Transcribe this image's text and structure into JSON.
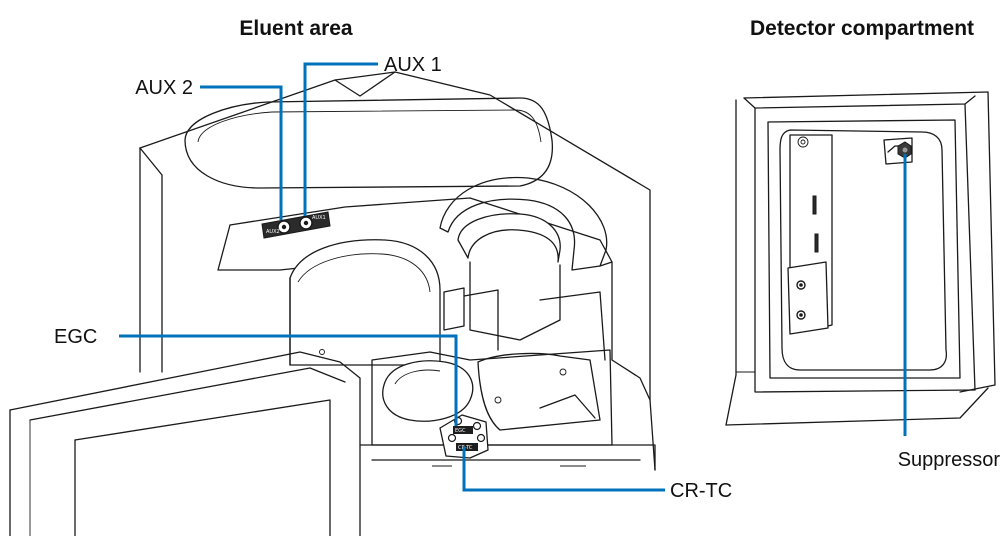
{
  "titles": {
    "eluent_area": "Eluent area",
    "detector_compartment": "Detector compartment"
  },
  "callouts": {
    "aux1": "AUX 1",
    "aux2": "AUX 2",
    "egc": "EGC",
    "crtc": "CR-TC",
    "suppressor": "Suppressor"
  },
  "port_labels": {
    "aux2": "AUX2",
    "aux1": "AUX1",
    "egc": "EGC",
    "crtc": "CR-TC"
  },
  "colors": {
    "leader": "#0072bc",
    "outline": "#1a1a1a",
    "port_plate": "#1e1e1e"
  }
}
